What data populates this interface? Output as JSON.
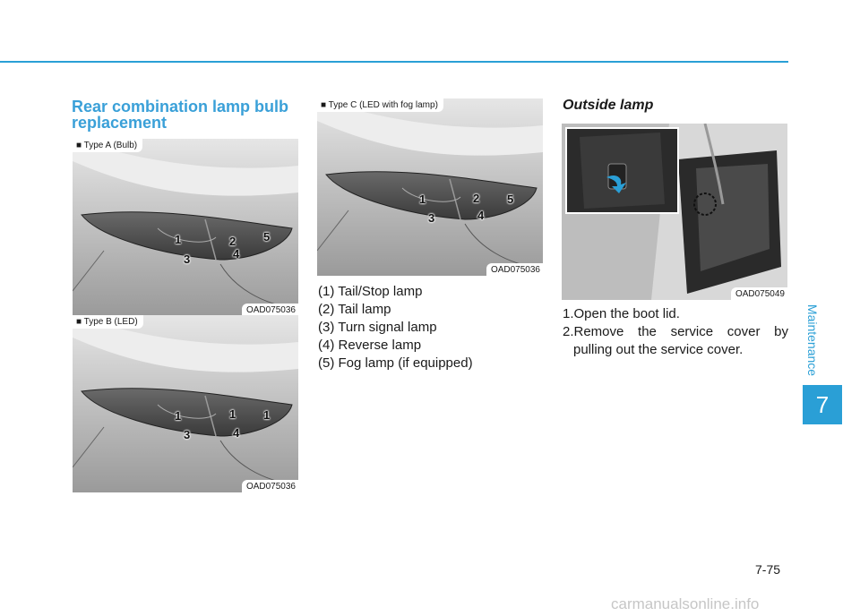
{
  "chapter": {
    "label": "Maintenance",
    "number": "7"
  },
  "section_title": "Rear combination lamp bulb replacement",
  "figures": [
    {
      "label": "■ Type A (Bulb)",
      "code": "OAD075036",
      "callouts": [
        "1",
        "2",
        "5",
        "3",
        "4"
      ]
    },
    {
      "label": "■ Type B (LED)",
      "code": "OAD075036",
      "callouts": [
        "1",
        "1",
        "1",
        "3",
        "4"
      ]
    },
    {
      "label": "■ Type C (LED with fog lamp)",
      "code": "OAD075036",
      "callouts": [
        "1",
        "2",
        "5",
        "3",
        "4"
      ]
    },
    {
      "label": "",
      "code": "OAD075049"
    }
  ],
  "lamp_list": [
    "(1) Tail/Stop lamp",
    "(2) Tail lamp",
    "(3) Turn signal lamp",
    "(4) Reverse lamp",
    "(5) Fog lamp (if equipped)"
  ],
  "outside": {
    "title": "Outside lamp",
    "steps": [
      "1.Open the boot lid.",
      "2.Remove the service cover by pulling out the service cover."
    ]
  },
  "page_number": "7-75",
  "watermark": "carmanualsonline.info",
  "colors": {
    "accent": "#2a9fd6"
  }
}
